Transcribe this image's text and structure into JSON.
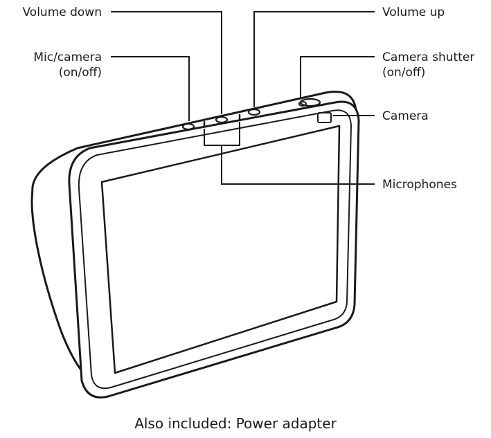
{
  "labels": {
    "volume_down": "Volume down",
    "volume_up": "Volume up",
    "mic_camera_line1": "Mic/camera",
    "mic_camera_line2": "(on/off)",
    "camera_shutter_line1": "Camera shutter",
    "camera_shutter_line2": "(on/off)",
    "camera": "Camera",
    "microphones": "Microphones"
  },
  "caption": "Also included: Power adapter",
  "colors": {
    "ink": "#1a1a1a",
    "background": "#ffffff"
  }
}
